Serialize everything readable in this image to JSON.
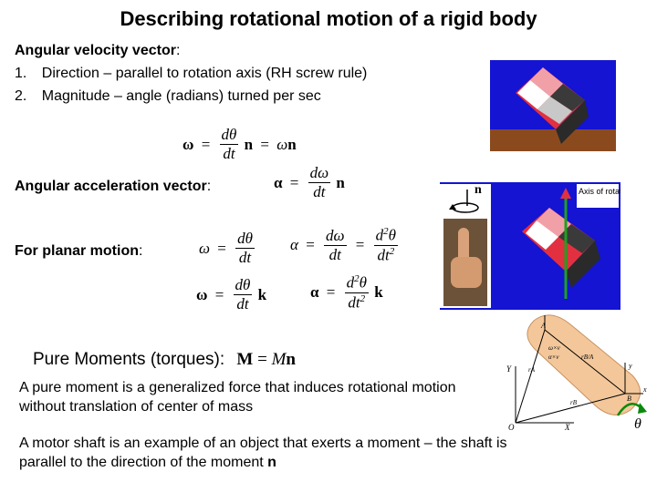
{
  "title": "Describing rotational motion of a rigid body",
  "angular_velocity": {
    "heading": "Angular velocity vector",
    "colon": ":",
    "items": [
      {
        "num": "1.",
        "text": "Direction – parallel to rotation axis (RH screw rule)"
      },
      {
        "num": "2.",
        "text": "Magnitude – angle (radians) turned per sec"
      }
    ]
  },
  "angular_acceleration": {
    "heading": "Angular acceleration vector",
    "colon": ":"
  },
  "planar": {
    "heading": "For planar motion",
    "colon": ":"
  },
  "pure_moments": {
    "heading": "Pure Moments (torques):",
    "text1": "A pure moment is a generalized force that induces rotational motion without translation of center of mass",
    "text2_prefix": "A motor shaft is an example of an object that exerts a moment – the shaft is parallel to the direction of the moment ",
    "text2_bold": "n"
  },
  "math": {
    "omega_bold": "ω",
    "omega": "ω",
    "alpha_bold": "α",
    "alpha": "α",
    "eq": "=",
    "d_theta": "dθ",
    "d_omega": "dω",
    "d2_theta_d": "d",
    "two": "2",
    "theta": "θ",
    "dt": "dt",
    "dt_d": "dt",
    "n": "n",
    "k": "k",
    "M_bold": "M",
    "M": "M"
  },
  "figure_labels": {
    "n_label": "n",
    "axis_of_rotation": "Axis of rotation",
    "theta": "θ",
    "Y": "Y",
    "X": "X",
    "O": "O",
    "y": "y",
    "x": "x",
    "A": "A",
    "B": "B",
    "rA": "rA",
    "rB": "rB",
    "rBA": "rB/A",
    "omega_v": "ω×v",
    "alpha_v": "α×v"
  },
  "colors": {
    "background": "#ffffff",
    "photo_blue": "#1414d2",
    "table_brown": "#8b4a1e",
    "axis_green": "#1ea01e",
    "cube_red": "#e23040",
    "cube_pink": "#f2a0a8",
    "moment_green": "#0a8a0a",
    "shape_fill": "#f3c79a"
  }
}
